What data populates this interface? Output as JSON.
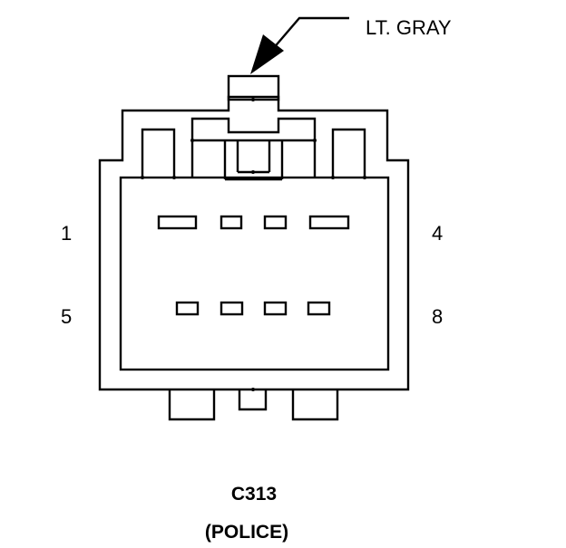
{
  "connector": {
    "id": "C313",
    "variant": "(POLICE)",
    "color_label": "LT. GRAY"
  },
  "pins": {
    "top_left": "1",
    "top_right": "4",
    "bottom_left": "5",
    "bottom_right": "8"
  },
  "colors": {
    "line": "#000000",
    "background": "#ffffff"
  }
}
